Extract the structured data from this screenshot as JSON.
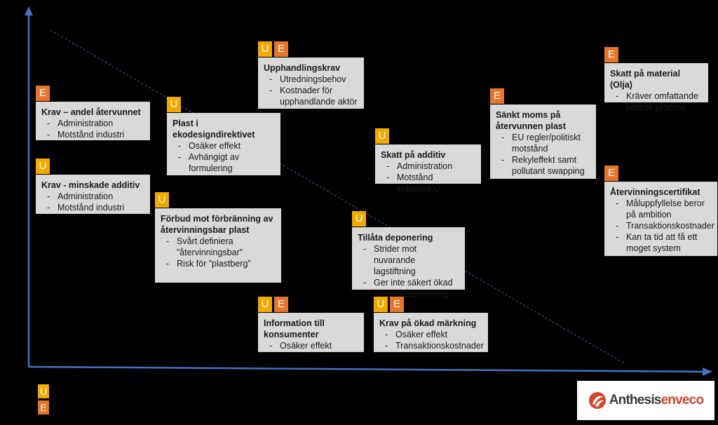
{
  "colors": {
    "u": "#f2a900",
    "e": "#e8742a",
    "axis": "#4472c4",
    "card": "#d9d9d9"
  },
  "legend": {
    "u": "U",
    "e": "E"
  },
  "logo": {
    "part1": "Anthesis",
    "part2": "enveco"
  },
  "cards": [
    {
      "id": "krav-andel",
      "badges": [
        "E"
      ],
      "title": "Krav – andel återvunnet",
      "items": [
        "Administration",
        "Motstånd industri"
      ]
    },
    {
      "id": "krav-minskade",
      "badges": [
        "U"
      ],
      "title": "Krav - minskade additiv",
      "items": [
        "Administration",
        "Motstånd industri"
      ]
    },
    {
      "id": "plast-ekodesign",
      "badges": [
        "U"
      ],
      "title": "Plast i ekodesigndirektivet",
      "items": [
        "Osäker effekt",
        "Avhängigt av formulering"
      ]
    },
    {
      "id": "forbud",
      "badges": [
        "U"
      ],
      "title": "Förbud mot förbränning av återvinningsbar plast",
      "items": [
        "Svårt definiera ”återvinningsbar”",
        "Risk för ”plastberg”"
      ]
    },
    {
      "id": "upphandling",
      "badges": [
        "U",
        "E"
      ],
      "title": "Upphandlingskrav",
      "items": [
        "Utredningsbehov",
        "Kostnader för upphandlande aktör"
      ]
    },
    {
      "id": "information",
      "badges": [
        "U",
        "E"
      ],
      "title": "Information till konsumenter",
      "items": [
        "Osäker effekt"
      ]
    },
    {
      "id": "skatt-additiv",
      "badges": [
        "U"
      ],
      "title": "Skatt på additiv",
      "items": [
        "Administration",
        "Motstånd industri/EU"
      ]
    },
    {
      "id": "tillata",
      "badges": [
        "U"
      ],
      "title": "Tillåta deponering",
      "items": [
        "Strider mot nuvarande lagstiftning",
        "Ger inte säkert ökad materialåtervinning"
      ]
    },
    {
      "id": "markning",
      "badges": [
        "U",
        "E"
      ],
      "title": "Krav på ökad märkning",
      "items": [
        "Osäker effekt",
        "Transaktionskostnader"
      ]
    },
    {
      "id": "sankt-moms",
      "badges": [
        "E"
      ],
      "title": "Sänkt moms på återvunnen plast",
      "items": [
        "EU regler/politiskt motstånd",
        "Rekyleffekt samt pollutant swapping"
      ]
    },
    {
      "id": "skatt-material",
      "badges": [
        "E"
      ],
      "title": "Skatt på material (Olja)",
      "items": [
        "Kräver omfattande politisk process"
      ]
    },
    {
      "id": "certifikat",
      "badges": [
        "E"
      ],
      "title": "Återvinningscertifikat",
      "items": [
        "Måluppfyllelse beror på ambition",
        "Transaktionskostnader",
        "Kan ta tid att få ett moget system"
      ]
    }
  ]
}
